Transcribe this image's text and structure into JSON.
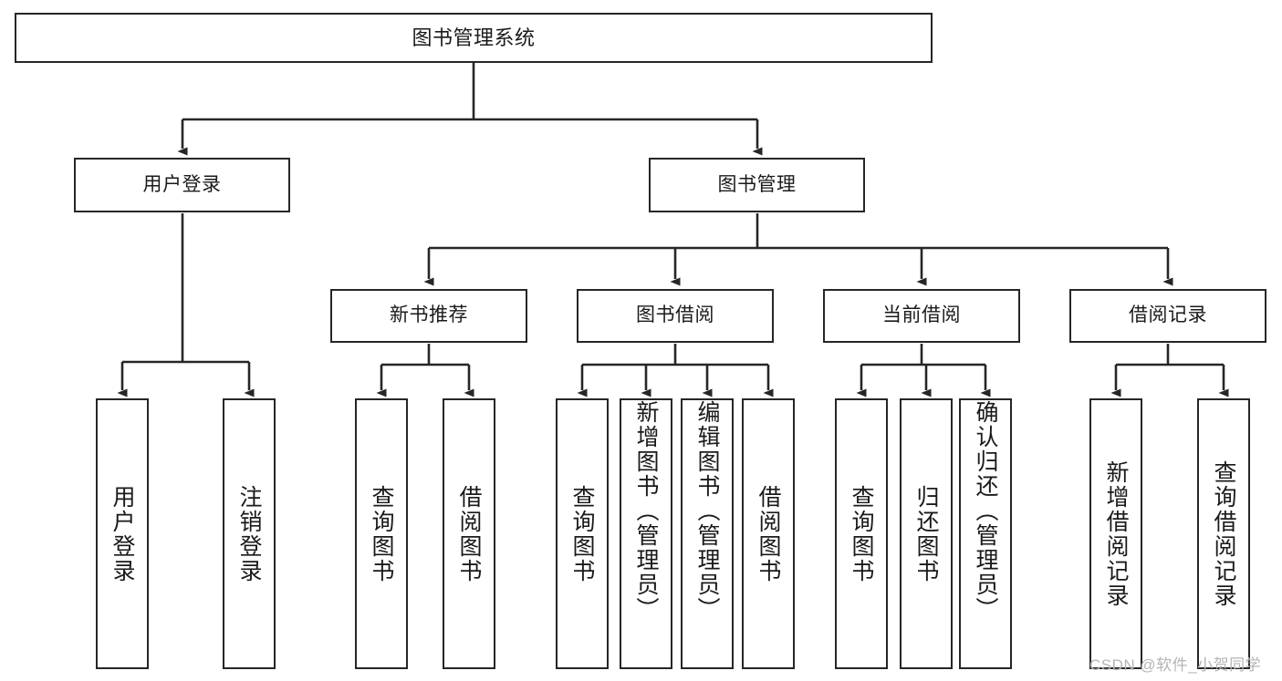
{
  "diagram": {
    "title": "图书管理系统",
    "type": "tree-hierarchy-diagram",
    "colors": {
      "box_border": "#262626",
      "box_fill": "#ffffff",
      "edge": "#262626",
      "text": "#1a1a1a",
      "watermark": "#b5b5b5"
    },
    "root": {
      "label": "图书管理系统"
    },
    "level2": [
      {
        "label": "用户登录"
      },
      {
        "label": "图书管理"
      }
    ],
    "level3": [
      {
        "label": "新书推荐"
      },
      {
        "label": "图书借阅"
      },
      {
        "label": "当前借阅"
      },
      {
        "label": "借阅记录"
      }
    ],
    "leaves": [
      {
        "label": "用户登录",
        "parent": "用户登录"
      },
      {
        "label": "注销登录",
        "parent": "用户登录"
      },
      {
        "label": "查询图书",
        "parent": "新书推荐"
      },
      {
        "label": "借阅图书",
        "parent": "新书推荐"
      },
      {
        "label": "查询图书",
        "parent": "图书借阅"
      },
      {
        "label": "新增图书（管理员）",
        "parent": "图书借阅"
      },
      {
        "label": "编辑图书（管理员）",
        "parent": "图书借阅"
      },
      {
        "label": "借阅图书",
        "parent": "图书借阅"
      },
      {
        "label": "查询图书",
        "parent": "当前借阅"
      },
      {
        "label": "归还图书",
        "parent": "当前借阅"
      },
      {
        "label": "确认归还（管理员）",
        "parent": "当前借阅"
      },
      {
        "label": "新增借阅记录",
        "parent": "借阅记录"
      },
      {
        "label": "查询借阅记录",
        "parent": "借阅记录"
      }
    ],
    "watermark": "CSDN @软件_小贺同学"
  }
}
